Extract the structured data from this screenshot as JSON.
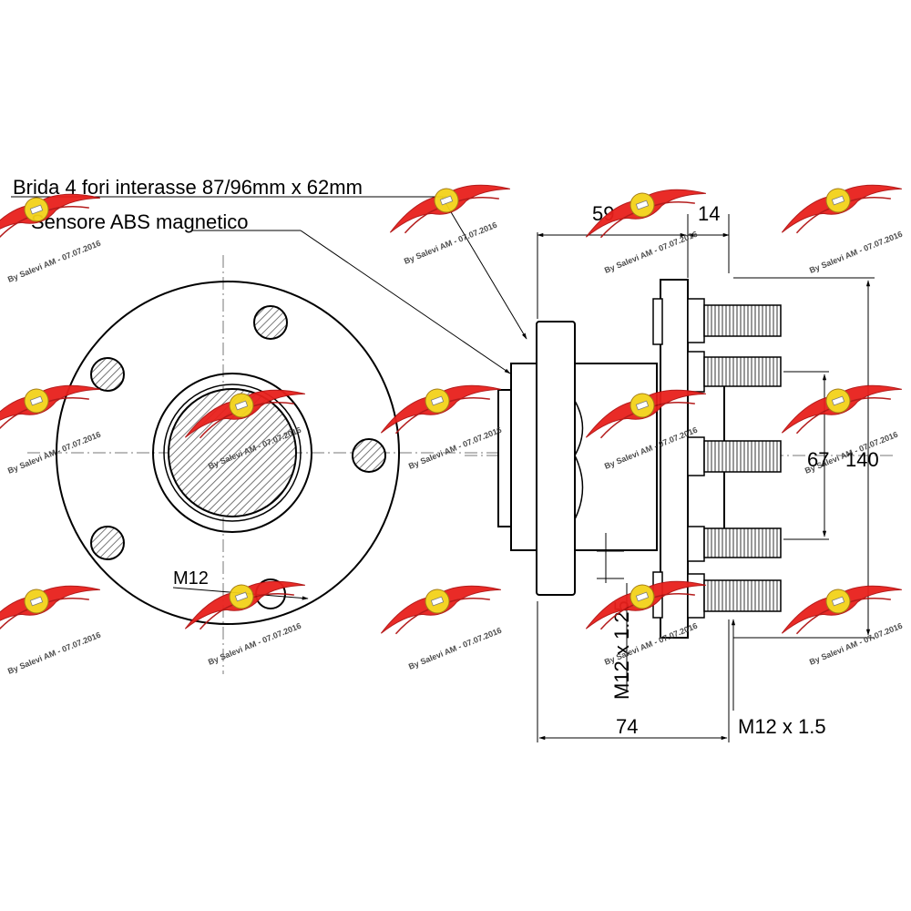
{
  "labels": {
    "flange_note": "Brida 4 fori interasse 87/96mm x 62mm",
    "sensor_note": "Sensore ABS magnetico",
    "bolt_hole_thread": "M12",
    "hub_thread": "M12 x 1.25",
    "stud_thread": "M12 x 1.5"
  },
  "dimensions": {
    "length_59": "59",
    "length_14": "14",
    "length_74": "74",
    "diameter_67": "67",
    "diameter_140": "140"
  },
  "watermark": {
    "text": "By Salevi AM - 07.07.2016",
    "wing_color": "#e8201c",
    "badge_color": "#f3d21a",
    "icon": "winged-logo"
  }
}
